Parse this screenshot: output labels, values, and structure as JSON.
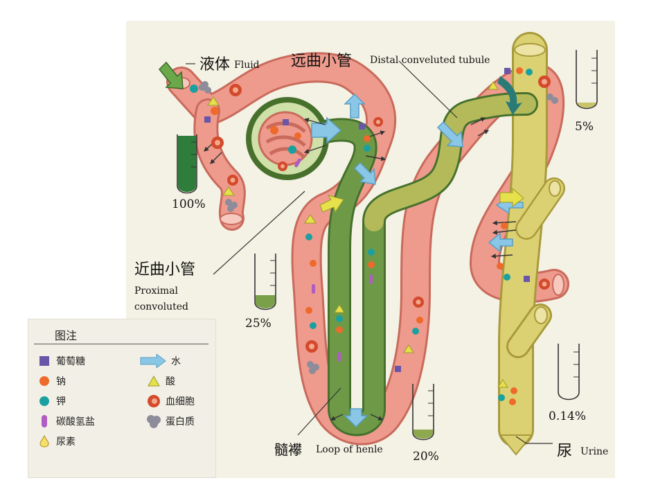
{
  "labels": {
    "fluid_zh": "液体",
    "fluid_en": "Fluid",
    "distal_zh": "远曲小管",
    "distal_en": "Distal conveluted tubule",
    "proximal_zh": "近曲小管",
    "proximal_en_1": "Proximal",
    "proximal_en_2": "convoluted",
    "loop_zh": "髓襻",
    "loop_en": "Loop of henle",
    "urine_zh": "尿",
    "urine_en": "Urine"
  },
  "tube_levels": {
    "fluid": "100%",
    "proximal": "25%",
    "loop": "20%",
    "distal": "5%",
    "collecting": "0.14%"
  },
  "legend": {
    "title": "图注",
    "items": [
      {
        "label": "葡萄糖",
        "icon": "purple-square"
      },
      {
        "label": "钠",
        "icon": "orange-circle"
      },
      {
        "label": "钾",
        "icon": "teal-circle"
      },
      {
        "label": "碳酸氢盐",
        "icon": "purple-capsule"
      },
      {
        "label": "尿素",
        "icon": "yellow-drop"
      },
      {
        "label": "水",
        "icon": "blue-arrow"
      },
      {
        "label": "酸",
        "icon": "yellow-triangle"
      },
      {
        "label": "血细胞",
        "icon": "red-blood-cell"
      },
      {
        "label": "蛋白质",
        "icon": "grey-cluster"
      }
    ]
  },
  "colors": {
    "background": "#f4f2e4",
    "vessel": "#ee9a8c",
    "vessel_dark": "#c86a5c",
    "proximal_tubule": "#5c8a3e",
    "loop_tubule": "#7a9a46",
    "distal_tubule": "#b4ba5a",
    "collecting_duct": "#dcd172",
    "water_arrow": "#8ac6e6",
    "glucose": "#6a56a8",
    "sodium": "#ee6a2a",
    "potassium": "#1aa0a0",
    "bicarbonate": "#b05cc4",
    "acid": "#e6e04a"
  }
}
